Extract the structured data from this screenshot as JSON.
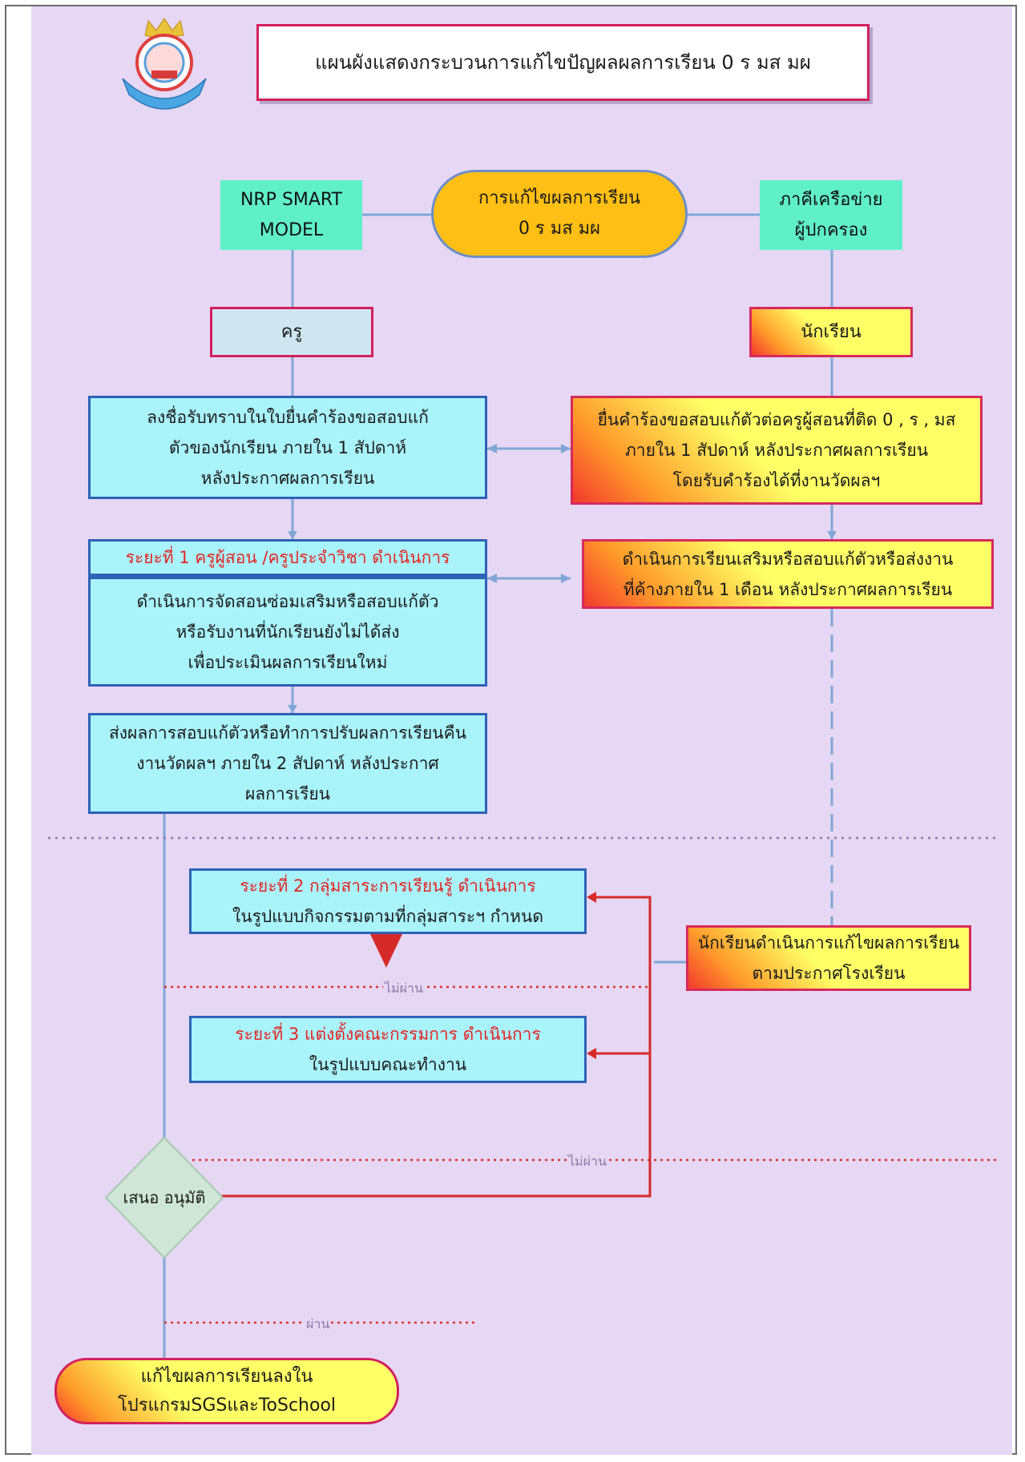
{
  "title": "แผนผังแสดงกระบวนการแก้ไขปัญผลผลการเรียน 0 ร มส มผ",
  "top": {
    "left": [
      "NRP SMART",
      "MODEL"
    ],
    "center": [
      "การแก้ไขผลการเรียน",
      "0 ร มส มผ"
    ],
    "right": [
      "ภาคีเครือข่าย",
      "ผู้ปกครอง"
    ]
  },
  "teacher": "ครู",
  "student": "นักเรียน",
  "left_boxes": {
    "sign": [
      "ลงชื่อรับทราบในใบยื่นคำร้องขอสอบแก้",
      "ตัวของนักเรียน ภายใน 1 สัปดาห์",
      "หลังประกาศผลการเรียน"
    ],
    "phase1_title": "ระยะที่ 1 ครูผู้สอน /ครูประจำวิชา ดำเนินการ",
    "phase1_body": [
      "ดำเนินการจัดสอนซ่อมเสริมหรือสอบแก้ตัว",
      "หรือรับงานที่นักเรียนยังไม่ได้ส่ง",
      "เพื่อประเมินผลการเรียนใหม่"
    ],
    "send": [
      "ส่งผลการสอบแก้ตัวหรือทำการปรับผลการเรียนคืน",
      "งานวัดผลฯ ภายใน 2 สัปดาห์ หลังประกาศ",
      "ผลการเรียน"
    ]
  },
  "right_boxes": {
    "request": [
      "ยื่นคำร้องขอสอบแก้ตัวต่อครูผู้สอนที่ติด 0 , ร , มส",
      "ภายใน 1 สัปดาห์ หลังประกาศผลการเรียน",
      "โดยรับคำร้องได้ที่งานวัดผลฯ"
    ],
    "remedial": [
      "ดำเนินการเรียนเสริมหรือสอบแก้ตัวหรือส่งงาน",
      "ที่ค้างภายใน 1 เดือน หลังประกาศผลการเรียน"
    ],
    "student_fix": [
      "นักเรียนดำเนินการแก้ไขผลการเรียน",
      "ตามประกาศโรงเรียน"
    ]
  },
  "phase2": {
    "title": "ระยะที่ 2 กลุ่มสาระการเรียนรู้ ดำเนินการ",
    "body": "ในรูปแบบกิจกรรมตามที่กลุ่มสาระฯ กำหนด"
  },
  "phase3": {
    "title": "ระยะที่ 3 แต่งตั้งคณะกรรมการ ดำเนินการ",
    "body": "ในรูปแบบคณะทำงาน"
  },
  "labels": {
    "fail1": "ไม่ผ่าน",
    "fail2": "ไม่ผ่าน",
    "pass": "ผ่าน"
  },
  "decision": "เสนอ อนุมัติ",
  "final": [
    "แก้ไขผลการเรียนลงใน",
    "โปรแกรมSGSและToSchool"
  ],
  "colors": {
    "background": "#e6d7f4",
    "teal": "#5ff0c8",
    "cyan": "#a9f3fb",
    "accent_red": "#d62a2a",
    "diamond": "#cfe6d6"
  }
}
